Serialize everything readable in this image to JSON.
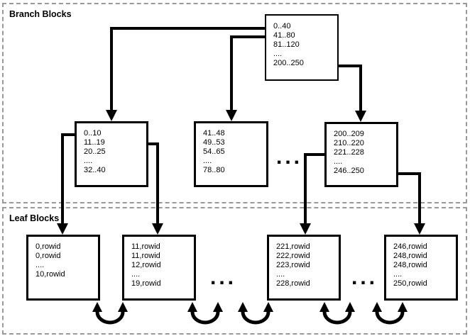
{
  "sections": {
    "branch_label": "Branch Blocks",
    "leaf_label": "Leaf Blocks"
  },
  "blocks": {
    "root": {
      "lines": [
        "0..40",
        "41..80",
        "81..120",
        "....",
        "200..250"
      ]
    },
    "branch_left": {
      "lines": [
        "0..10",
        "11..19",
        "20..25",
        "....",
        "32..40"
      ]
    },
    "branch_middle": {
      "lines": [
        "41..48",
        "49..53",
        "54..65",
        "....",
        "78..80"
      ]
    },
    "branch_right": {
      "lines": [
        "200..209",
        "210..220",
        "221..228",
        "....",
        "246..250"
      ]
    },
    "leaf_1": {
      "lines": [
        "0,rowid",
        "0,rowid",
        "....",
        "10,rowid"
      ]
    },
    "leaf_2": {
      "lines": [
        "11,rowid",
        "11,rowid",
        "12,rowid",
        "....",
        "19,rowid"
      ]
    },
    "leaf_3": {
      "lines": [
        "221,rowid",
        "222,rowid",
        "223,rowid",
        "....",
        "228,rowid"
      ]
    },
    "leaf_4": {
      "lines": [
        "246,rowid",
        "248,rowid",
        "248,rowid",
        "....",
        "250,rowid"
      ]
    }
  },
  "ellipsis": "...",
  "colors": {
    "line": "#000000",
    "box_border": "#000000",
    "dashed_border": "#999999",
    "background": "#ffffff",
    "text": "#000000"
  }
}
